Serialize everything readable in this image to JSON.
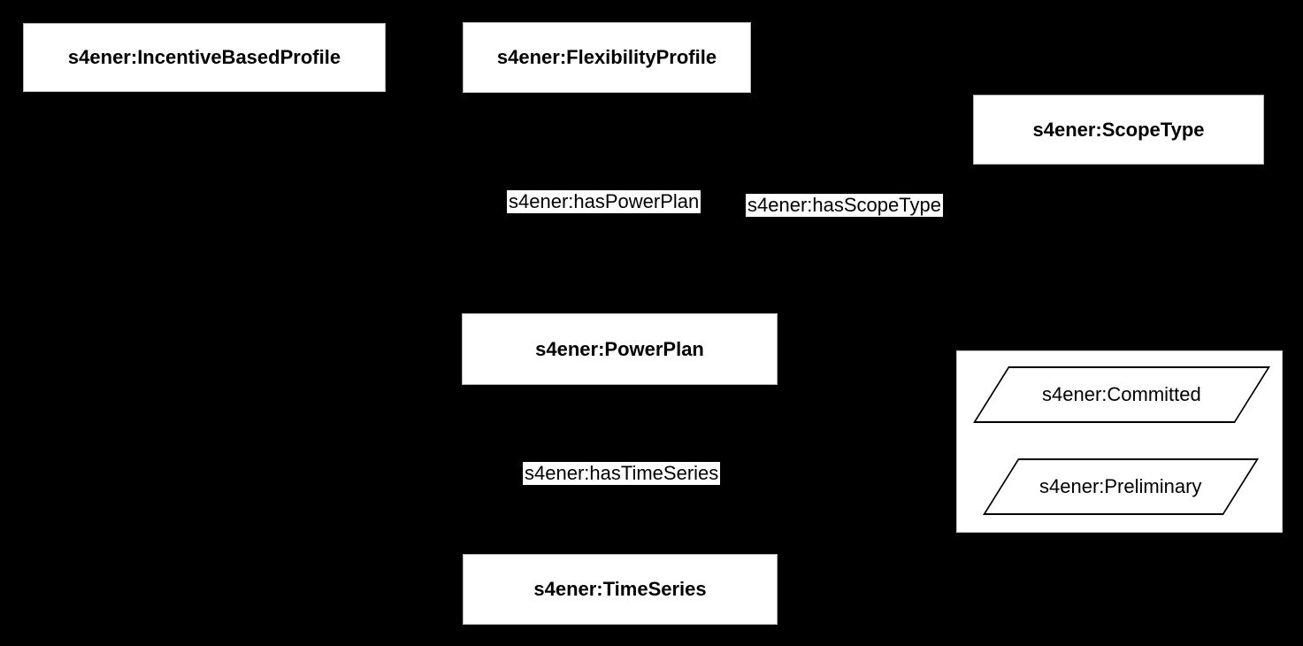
{
  "diagram": {
    "background_color": "#000000",
    "node_fill_color": "#ffffff",
    "text_color": "#000000",
    "classes": [
      {
        "id": "incentive-based-profile",
        "label": "s4ener:IncentiveBasedProfile"
      },
      {
        "id": "flexibility-profile",
        "label": "s4ener:FlexibilityProfile"
      },
      {
        "id": "scope-type",
        "label": "s4ener:ScopeType"
      },
      {
        "id": "power-plan",
        "label": "s4ener:PowerPlan"
      },
      {
        "id": "time-series",
        "label": "s4ener:TimeSeries"
      }
    ],
    "properties": [
      {
        "id": "has-power-plan",
        "label": "s4ener:hasPowerPlan"
      },
      {
        "id": "has-scope-type",
        "label": "s4ener:hasScopeType"
      },
      {
        "id": "has-time-series",
        "label": "s4ener:hasTimeSeries"
      }
    ],
    "instances": [
      {
        "id": "committed",
        "label": "s4ener:Committed"
      },
      {
        "id": "preliminary",
        "label": "s4ener:Preliminary"
      }
    ]
  }
}
